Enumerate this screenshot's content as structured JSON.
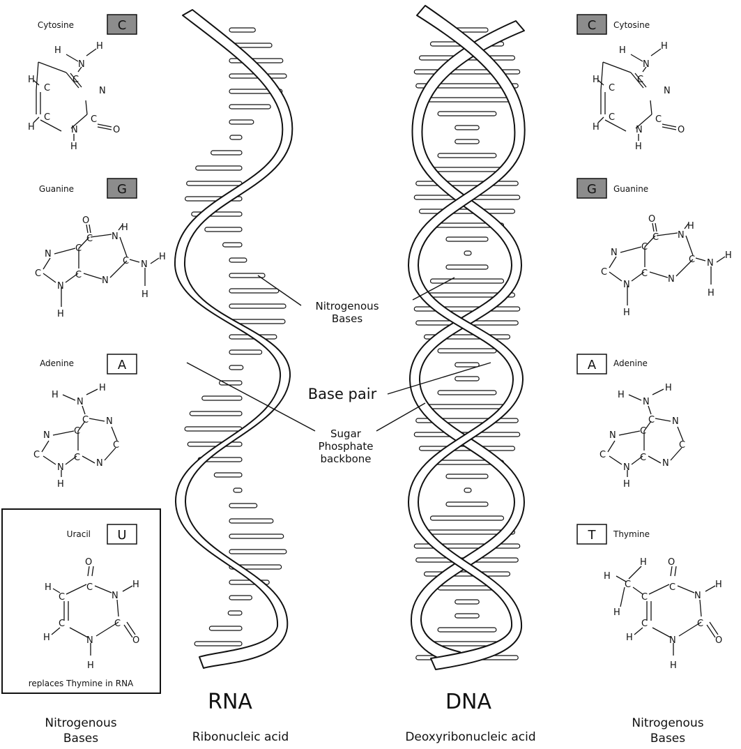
{
  "helices": {
    "rna": {
      "title": "RNA",
      "subtitle": "Ribonucleic acid"
    },
    "dna": {
      "title": "DNA",
      "subtitle": "Deoxyribonucleic acid"
    }
  },
  "callouts": {
    "nitrogenous_bases": [
      "Nitrogenous",
      "Bases"
    ],
    "base_pair": "Base pair",
    "backbone": [
      "Sugar",
      "Phosphate",
      "backbone"
    ]
  },
  "side_titles": {
    "left": [
      "Nitrogenous",
      "Bases"
    ],
    "right": [
      "Nitrogenous",
      "Bases"
    ]
  },
  "bases_left": [
    {
      "name": "Cytosine",
      "letter": "C",
      "shaded": true
    },
    {
      "name": "Guanine",
      "letter": "G",
      "shaded": true
    },
    {
      "name": "Adenine",
      "letter": "A",
      "shaded": false
    },
    {
      "name": "Uracil",
      "letter": "U",
      "shaded": false
    }
  ],
  "uracil_note": "replaces Thymine in RNA",
  "bases_right": [
    {
      "name": "Cytosine",
      "letter": "C",
      "shaded": true
    },
    {
      "name": "Guanine",
      "letter": "G",
      "shaded": true
    },
    {
      "name": "Adenine",
      "letter": "A",
      "shaded": false
    },
    {
      "name": "Thymine",
      "letter": "T",
      "shaded": false
    }
  ],
  "atoms": {
    "h": "H",
    "n": "N",
    "c": "C",
    "o": "O"
  },
  "colors": {
    "shaded_box": "#8c8c8c",
    "line": "#111111",
    "background": "#ffffff"
  }
}
